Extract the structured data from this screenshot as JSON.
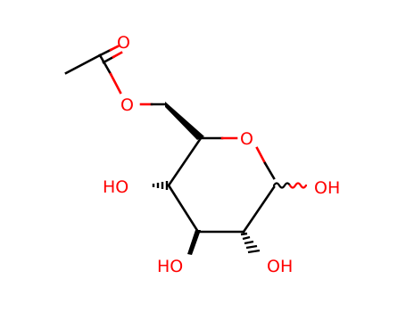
{
  "molecule": {
    "atom_labels": {
      "ring_oxygen": "O",
      "carbonyl_oxygen": "O",
      "ester_oxygen": "O",
      "hydroxyl_c4": "HO",
      "hydroxyl_c3": "HO",
      "hydroxyl_c2": "OH",
      "hydroxyl_c1": "OH"
    },
    "colors": {
      "bond": "#000000",
      "heteroatom": "#ff0000",
      "background": "#ffffff"
    }
  }
}
